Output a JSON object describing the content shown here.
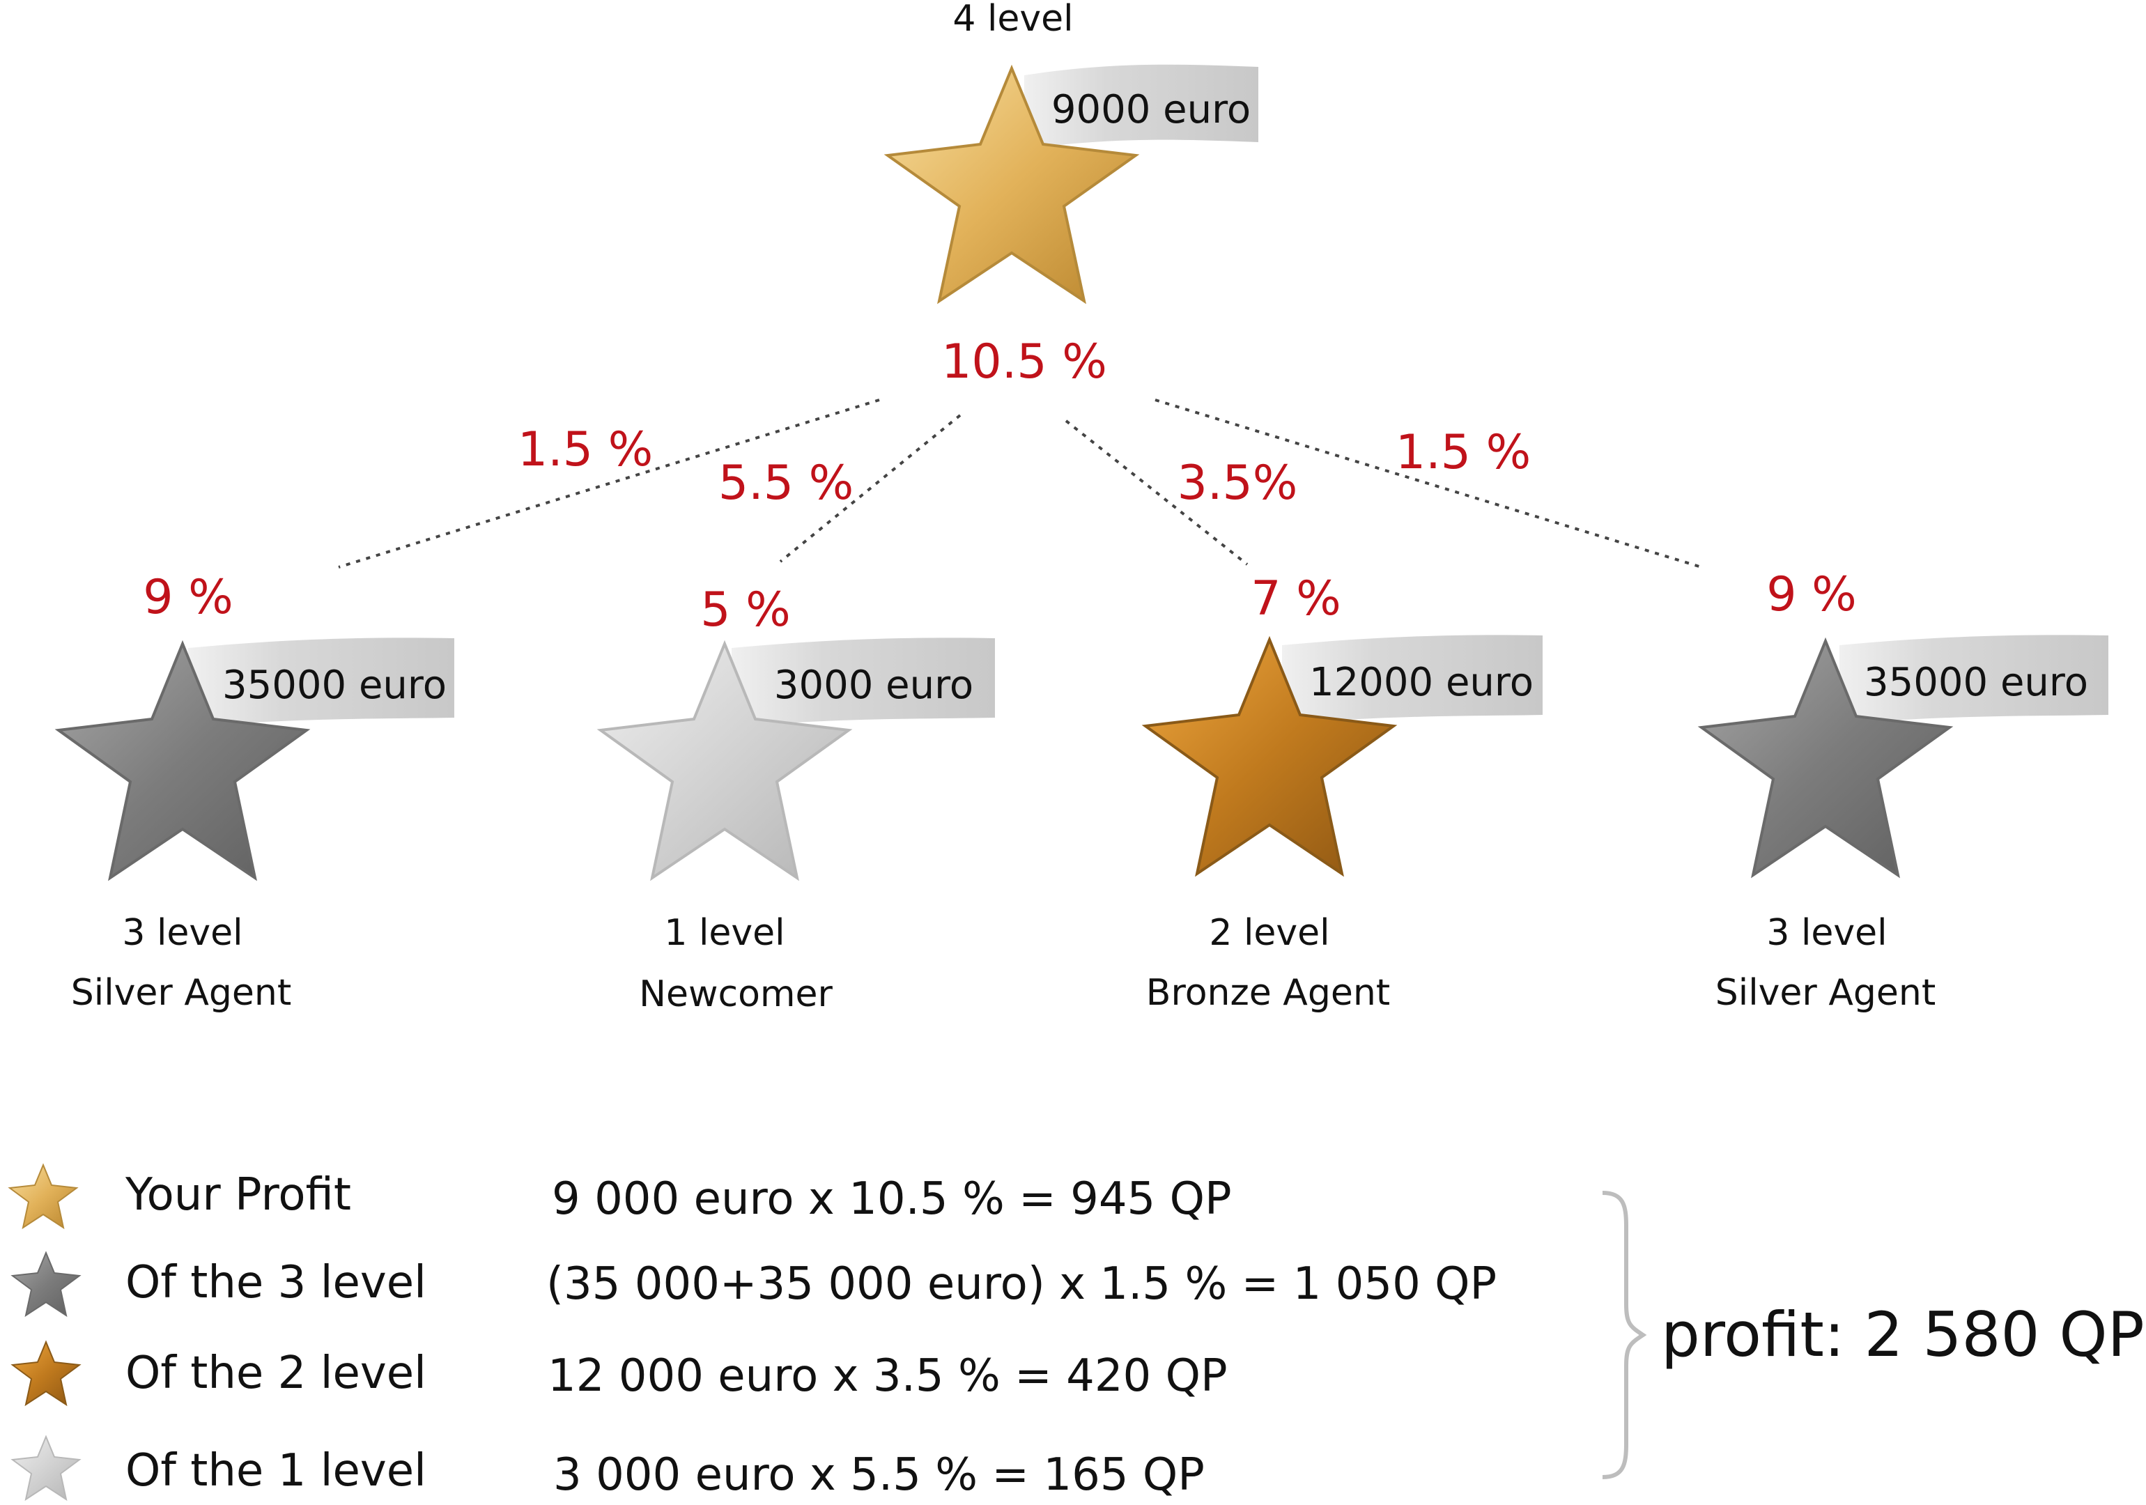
{
  "top": {
    "level": "4 level",
    "amount": "9000 euro",
    "percent": "10.5 %"
  },
  "links": [
    {
      "id": "l1",
      "percent": "1.5 %"
    },
    {
      "id": "l2",
      "percent": "5.5 %"
    },
    {
      "id": "l3",
      "percent": "3.5%"
    },
    {
      "id": "l4",
      "percent": "1.5 %"
    }
  ],
  "agents": [
    {
      "id": "a1",
      "percent": "9 %",
      "amount": "35000 euro",
      "level": "3 level",
      "title": "Silver Agent",
      "star": "dark-silver-star-icon"
    },
    {
      "id": "a2",
      "percent": "5 %",
      "amount": "3000 euro",
      "level": "1 level",
      "title": "Newcomer",
      "star": "light-silver-star-icon"
    },
    {
      "id": "a3",
      "percent": "7 %",
      "amount": "12000 euro",
      "level": "2 level",
      "title": "Bronze Agent",
      "star": "bronze-star-icon"
    },
    {
      "id": "a4",
      "percent": "9 %",
      "amount": "35000 euro",
      "level": "3 level",
      "title": "Silver Agent",
      "star": "dark-silver-star-icon"
    }
  ],
  "legend": [
    {
      "label": "Your Profit",
      "formula": "9 000 euro x 10.5 % = 945 QP",
      "star": "gold-star-icon"
    },
    {
      "label": "Of the 3 level",
      "formula": "(35 000+35 000 euro) x 1.5 % = 1 050 QP",
      "star": "dark-silver-star-icon"
    },
    {
      "label": "Of the 2 level",
      "formula": "12 000 euro x 3.5 % = 420 QP",
      "star": "bronze-star-icon"
    },
    {
      "label": "Of the 1 level",
      "formula": "3 000 euro x 5.5 % = 165 QP",
      "star": "light-silver-star-icon"
    }
  ],
  "total": "profit: 2 580 QP",
  "colors": {
    "percent_red": "#c0121a",
    "gold": "#e0b050",
    "dark_silver": "#7a7a7a",
    "light_silver": "#d0d0d0",
    "bronze": "#b8751a",
    "tag_gray": "#d4d4d4"
  }
}
